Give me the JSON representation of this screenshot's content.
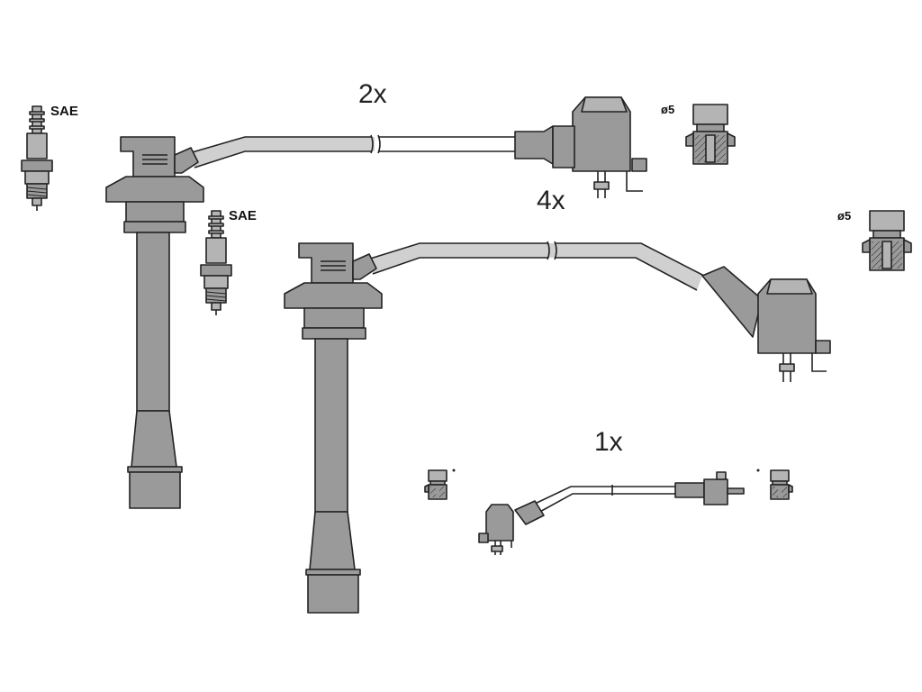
{
  "labels": {
    "qty_top": "2x",
    "qty_mid": "4x",
    "qty_bottom": "1x",
    "spark_plug_1": "SAE",
    "spark_plug_2": "SAE",
    "terminal_1": "ø5",
    "terminal_2": "ø5"
  }
}
